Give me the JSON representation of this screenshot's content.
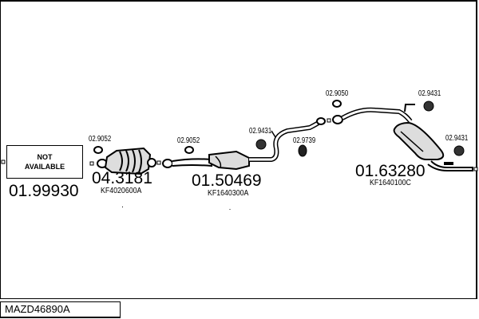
{
  "diagram_title": "MAZD46890A",
  "not_available": {
    "line1": "NOT",
    "line2": "AVAILABLE"
  },
  "parts": [
    {
      "price": "01.99930"
    },
    {
      "price": "04.3181",
      "ref": "KF4020600A"
    },
    {
      "price": "01.50469",
      "ref": "KF1640300A"
    },
    {
      "price": "01.63280",
      "ref": "KF1640100C"
    }
  ],
  "accessories": [
    {
      "code": "02.9052"
    },
    {
      "code": "02.9052"
    },
    {
      "code": "02.9431"
    },
    {
      "code": "02.9739"
    },
    {
      "code": "02.9050"
    },
    {
      "code": "02.9431"
    },
    {
      "code": "02.9431"
    }
  ],
  "colors": {
    "line": "#000000",
    "fill_light": "#ffffff",
    "fill_shade": "#d9d9d9"
  }
}
